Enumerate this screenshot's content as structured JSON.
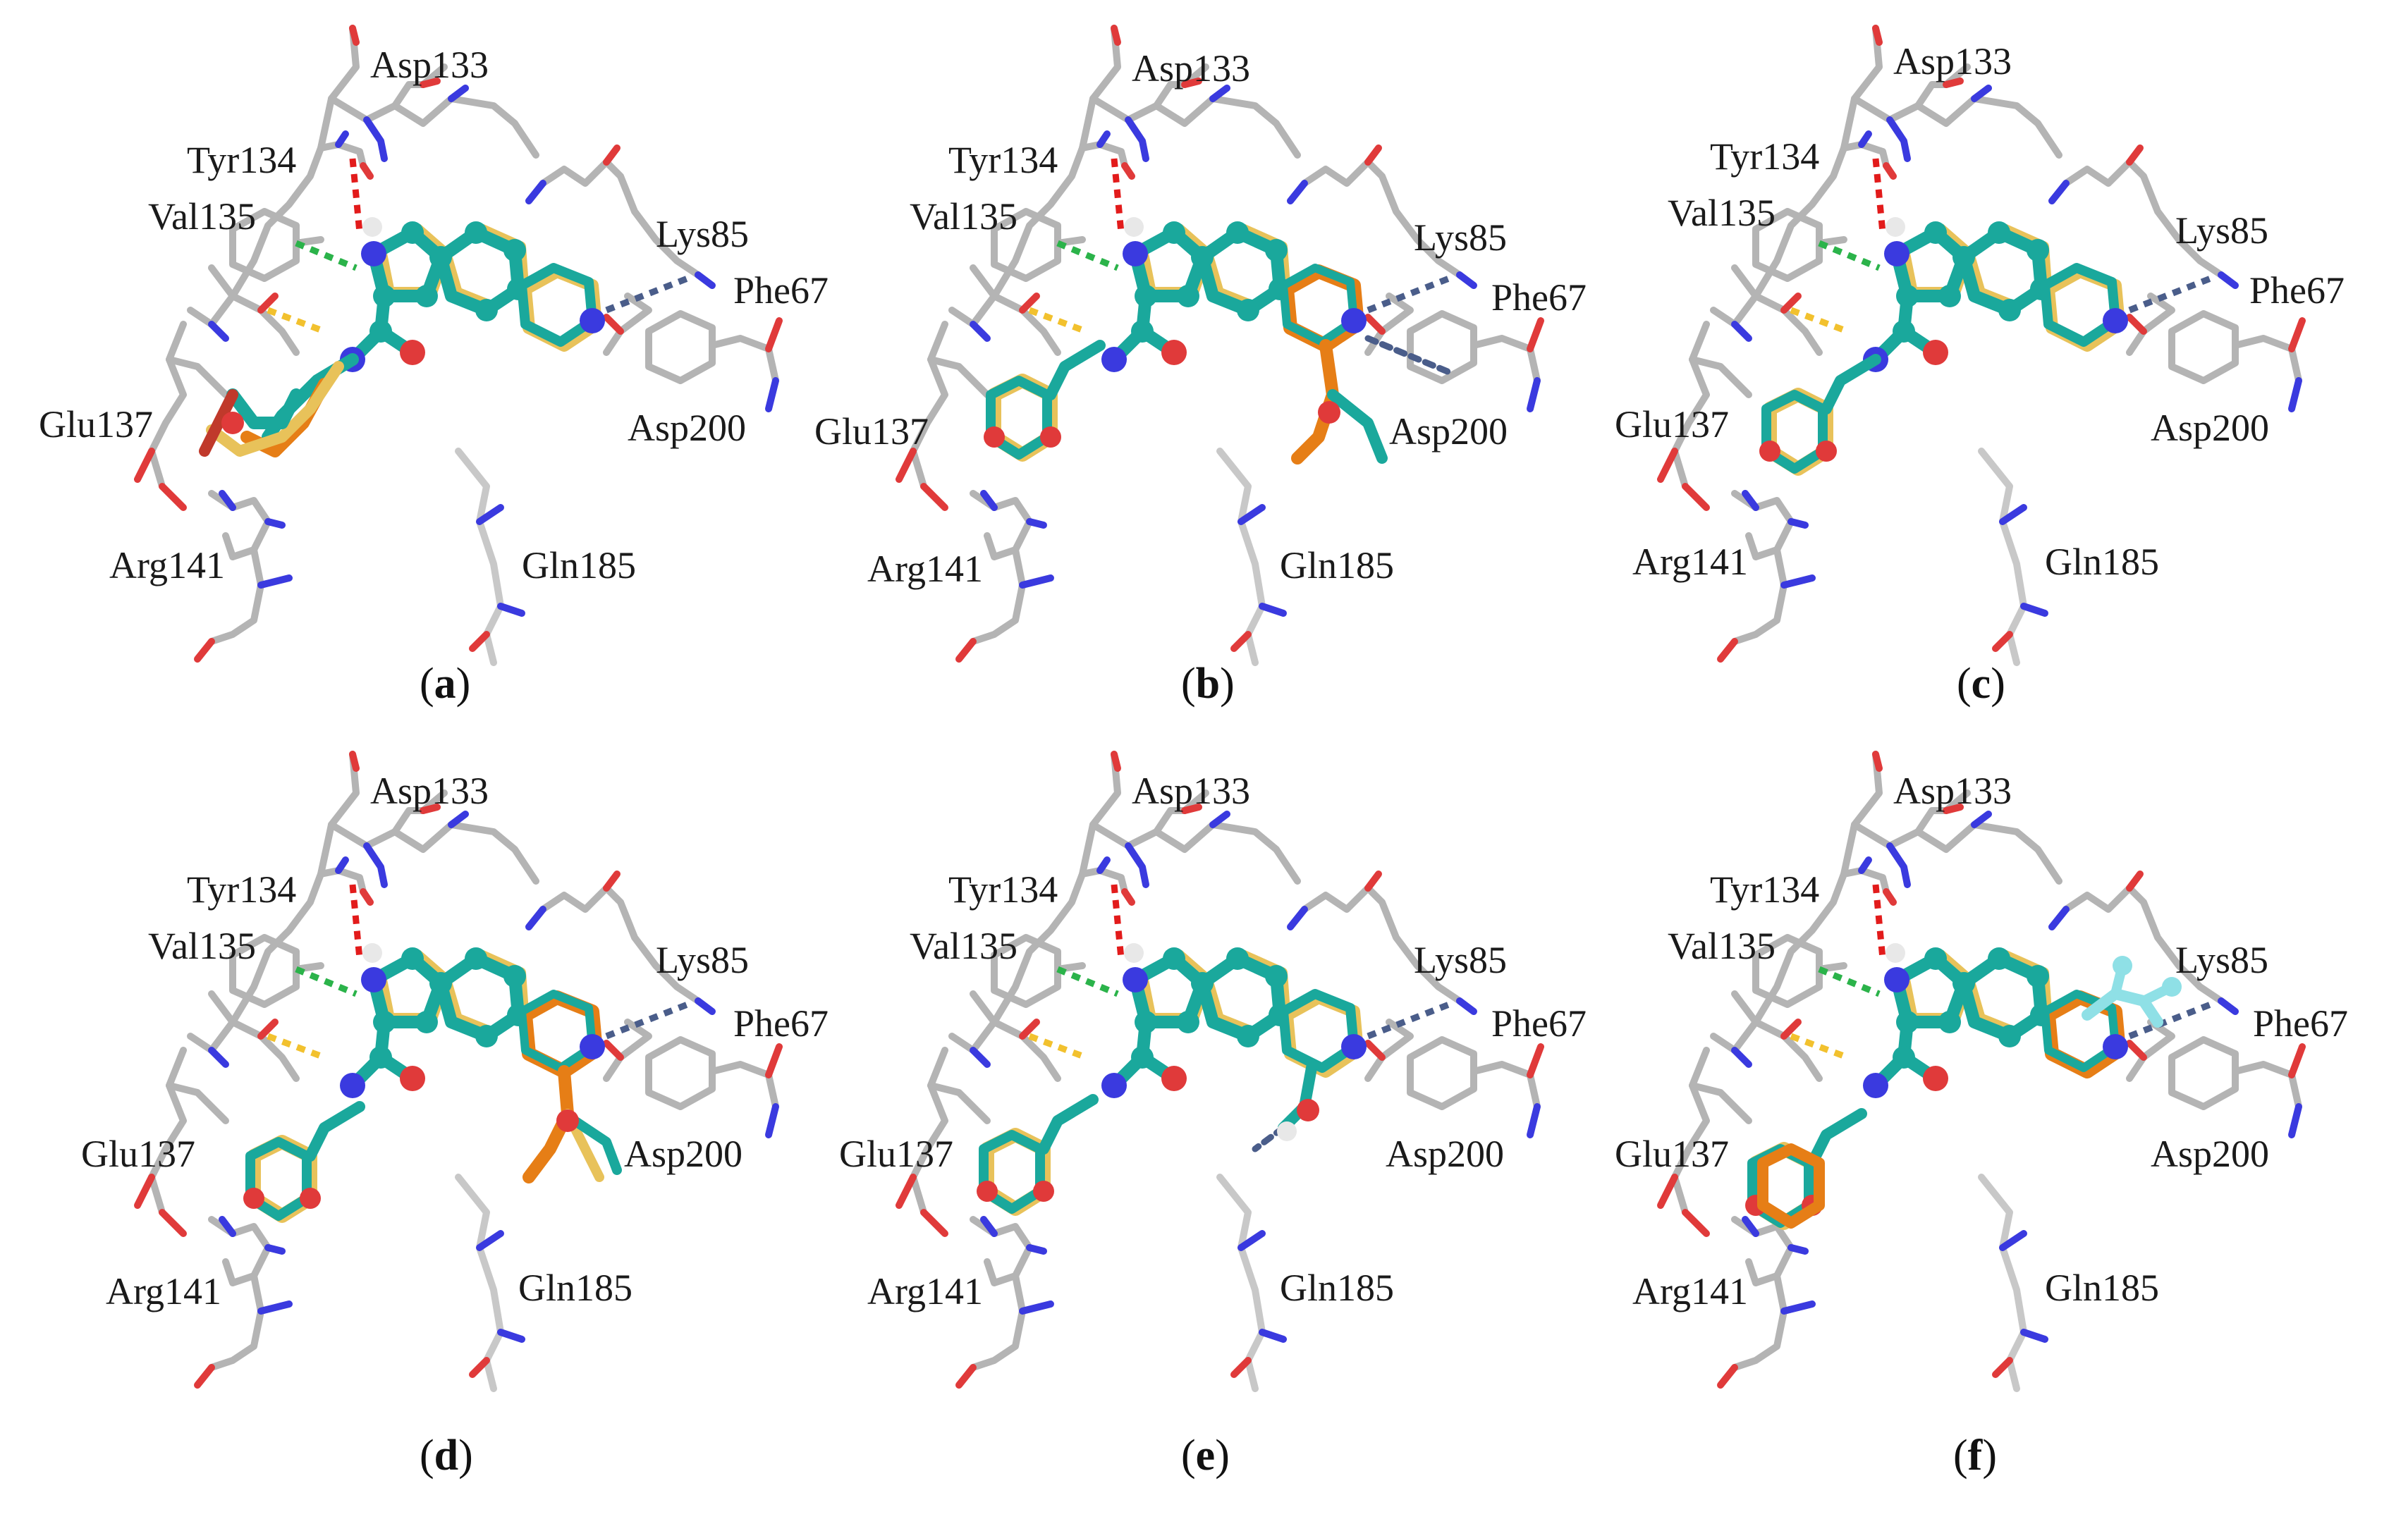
{
  "residue_labels": {
    "asp133": "Asp133",
    "tyr134": "Tyr134",
    "val135": "Val135",
    "lys85": "Lys85",
    "phe67": "Phe67",
    "glu137": "Glu137",
    "asp200": "Asp200",
    "arg141": "Arg141",
    "gln185": "Gln185"
  },
  "panels": [
    {
      "id": "a",
      "label": {
        "open": "(",
        "letter": "a",
        "close": ")"
      },
      "variant": "a"
    },
    {
      "id": "b",
      "label": {
        "open": "(",
        "letter": "b",
        "close": ")"
      },
      "variant": "b"
    },
    {
      "id": "c",
      "label": {
        "open": "(",
        "letter": "c",
        "close": ")"
      },
      "variant": "c"
    },
    {
      "id": "d",
      "label": {
        "open": "(",
        "letter": "d",
        "close": ")"
      },
      "variant": "d"
    },
    {
      "id": "e",
      "label": {
        "open": "(",
        "letter": "e",
        "close": ")"
      },
      "variant": "e"
    },
    {
      "id": "f",
      "label": {
        "open": "(",
        "letter": "f",
        "close": ")"
      },
      "variant": "f"
    }
  ],
  "colors": {
    "protein_carbon": "#b4b4b4",
    "protein_nitrogen": "#3a3adf",
    "protein_oxygen": "#e03a3a",
    "ligand_teal": "#1aa89c",
    "ligand_orange": "#e67e16",
    "ligand_yellow": "#e8c25a",
    "ligand_cyan_light": "#8fe0e6",
    "hbond_red": "#e21b1b",
    "hbond_green": "#2bb34a",
    "hbond_yellow": "#f2c12e",
    "hbond_blue": "#4a5d8a",
    "text": "#1a1a1a"
  }
}
